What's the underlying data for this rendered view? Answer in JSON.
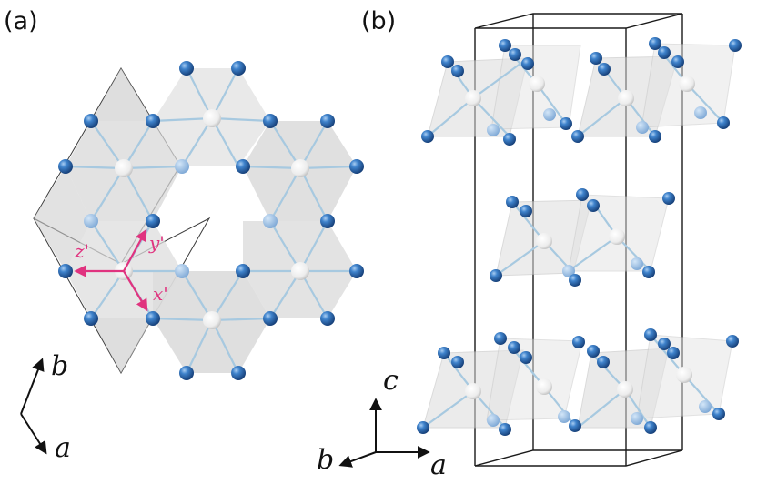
{
  "panel_a": {
    "label": "(a)",
    "axes": {
      "b": "b",
      "a": "a"
    },
    "local_axes": {
      "x": "x'",
      "y": "y'",
      "z": "z'"
    }
  },
  "panel_b": {
    "label": "(b)",
    "axes": {
      "c": "c",
      "b": "b",
      "a": "a"
    }
  },
  "colors": {
    "ligand_atom": "#2f6db6",
    "metal_atom": "#f2f2f2",
    "octahedron_face": "#d9d9d9",
    "bond": "#a7c9e0",
    "local_axis_arrow": "#e0337f",
    "cell_edge": "#1a1a1a"
  }
}
